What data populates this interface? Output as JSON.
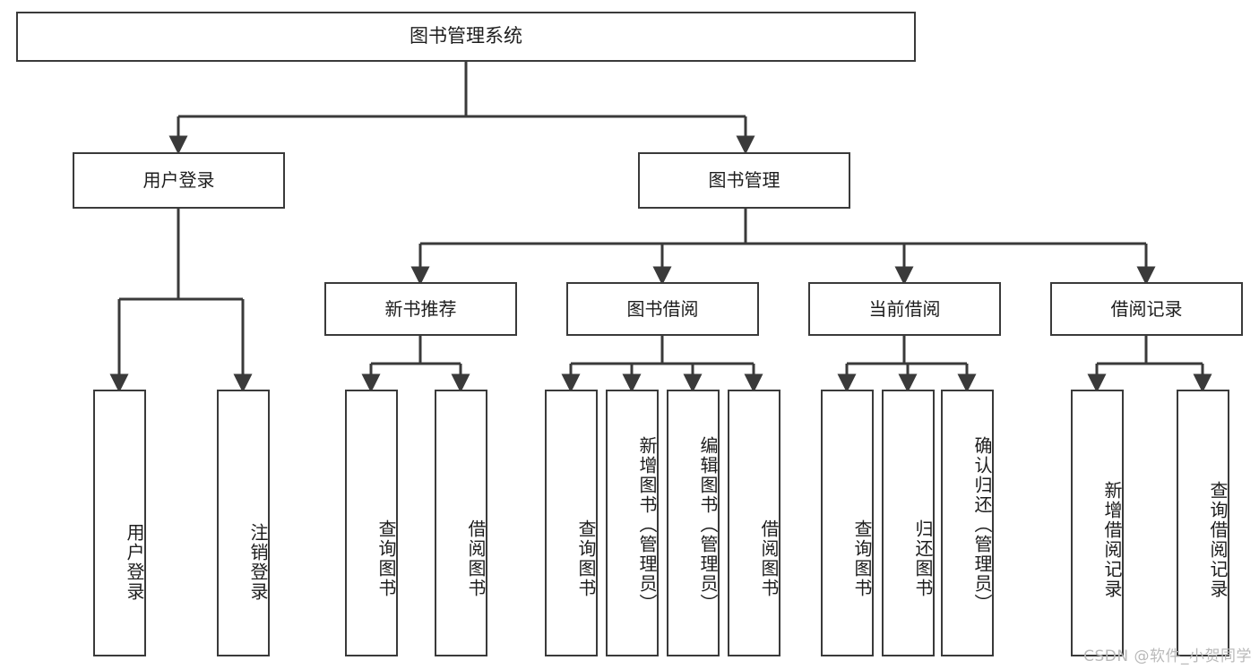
{
  "diagram": {
    "title": "图书管理系统",
    "type": "tree-hierarchy",
    "watermark": "CSDN @软件_小贺同学",
    "colors": {
      "stroke": "#3a3a3a",
      "node_fill": "#ffffff",
      "text": "#1d1d1d",
      "watermark": "#b9b9b9",
      "background": "#ffffff"
    },
    "nodes": {
      "root": {
        "label": "图书管理系统"
      },
      "level1": [
        {
          "id": "user-login",
          "label": "用户登录"
        },
        {
          "id": "book-manage",
          "label": "图书管理"
        }
      ],
      "level2": [
        {
          "id": "new-book-rec",
          "label": "新书推荐"
        },
        {
          "id": "book-borrow",
          "label": "图书借阅"
        },
        {
          "id": "current-borrow",
          "label": "当前借阅"
        },
        {
          "id": "borrow-record",
          "label": "借阅记录"
        }
      ],
      "leaves": {
        "user_login": [
          {
            "id": "leaf-user-login",
            "label": "用户登录"
          },
          {
            "id": "leaf-logout-login",
            "label": "注销登录"
          }
        ],
        "new_book_rec": [
          {
            "id": "leaf-query-book-1",
            "label": "查询图书"
          },
          {
            "id": "leaf-borrow-book-1",
            "label": "借阅图书"
          }
        ],
        "book_borrow": [
          {
            "id": "leaf-query-book-2",
            "label": "查询图书"
          },
          {
            "id": "leaf-add-book",
            "label": "新增图书（管理员）"
          },
          {
            "id": "leaf-edit-book",
            "label": "编辑图书（管理员）"
          },
          {
            "id": "leaf-borrow-book-2",
            "label": "借阅图书"
          }
        ],
        "current_borrow": [
          {
            "id": "leaf-query-book-3",
            "label": "查询图书"
          },
          {
            "id": "leaf-return-book",
            "label": "归还图书"
          },
          {
            "id": "leaf-confirm-return",
            "label": "确认归还（管理员）"
          }
        ],
        "borrow_record": [
          {
            "id": "leaf-add-record",
            "label": "新增借阅记录"
          },
          {
            "id": "leaf-query-record",
            "label": "查询借阅记录"
          }
        ]
      }
    }
  }
}
